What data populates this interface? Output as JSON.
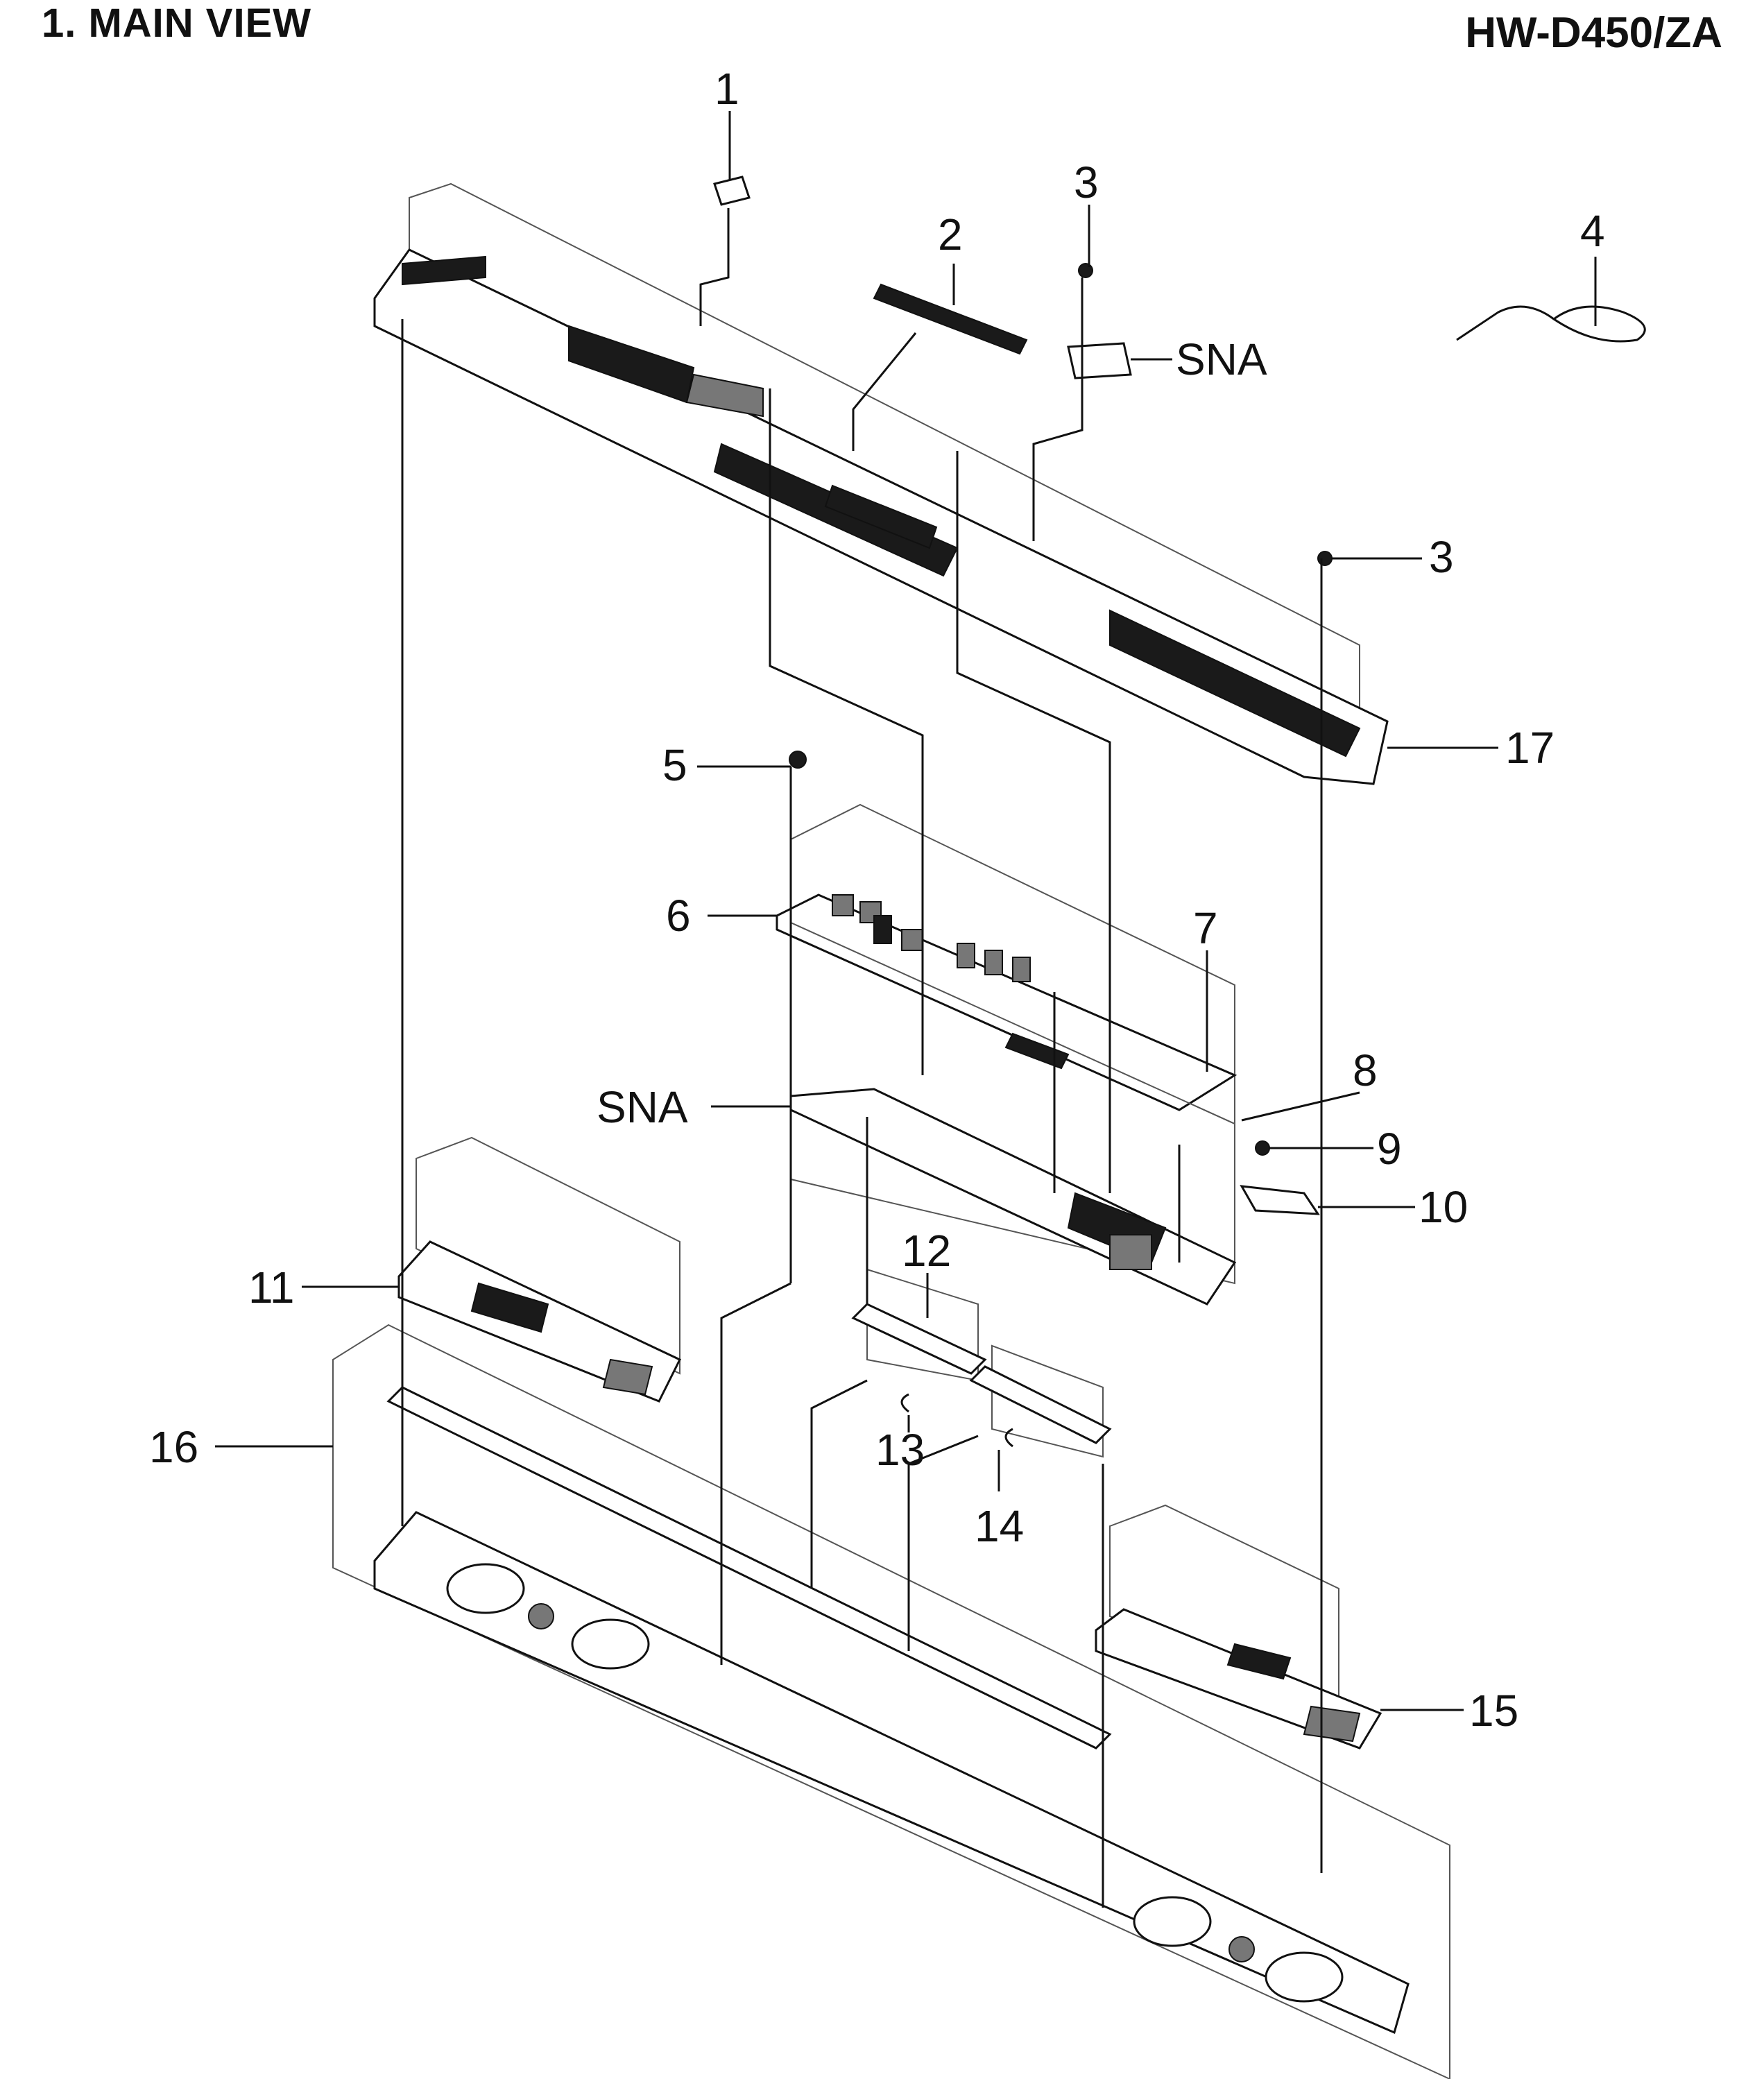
{
  "header": {
    "section_title": "1. MAIN VIEW",
    "model": "HW-D450/ZA"
  },
  "callouts": [
    {
      "id": "c1",
      "label": "1"
    },
    {
      "id": "c2",
      "label": "2"
    },
    {
      "id": "c3a",
      "label": "3"
    },
    {
      "id": "c3b",
      "label": "3"
    },
    {
      "id": "c4",
      "label": "4"
    },
    {
      "id": "sna1",
      "label": "SNA"
    },
    {
      "id": "c5",
      "label": "5"
    },
    {
      "id": "c6",
      "label": "6"
    },
    {
      "id": "c7",
      "label": "7"
    },
    {
      "id": "c8",
      "label": "8"
    },
    {
      "id": "c9",
      "label": "9"
    },
    {
      "id": "c10",
      "label": "10"
    },
    {
      "id": "sna2",
      "label": "SNA"
    },
    {
      "id": "c11",
      "label": "11"
    },
    {
      "id": "c12",
      "label": "12"
    },
    {
      "id": "c13",
      "label": "13"
    },
    {
      "id": "c14",
      "label": "14"
    },
    {
      "id": "c15",
      "label": "15"
    },
    {
      "id": "c16",
      "label": "16"
    },
    {
      "id": "c17",
      "label": "17"
    }
  ]
}
